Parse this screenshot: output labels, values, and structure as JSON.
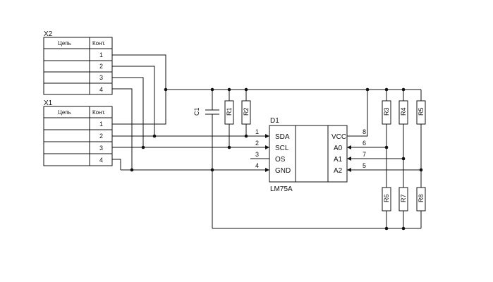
{
  "connectors": [
    {
      "designator": "X2",
      "headers": {
        "net": "Цепь",
        "pin": "Конт."
      },
      "pins": [
        "1",
        "2",
        "3",
        "4"
      ]
    },
    {
      "designator": "X1",
      "headers": {
        "net": "Цепь",
        "pin": "Конт."
      },
      "pins": [
        "1",
        "2",
        "3",
        "4"
      ]
    }
  ],
  "chip": {
    "designator": "D1",
    "part": "LM75A",
    "left_pins": [
      {
        "num": "1",
        "name": "SDA"
      },
      {
        "num": "2",
        "name": "SCL"
      },
      {
        "num": "3",
        "name": "OS"
      },
      {
        "num": "4",
        "name": "GND"
      }
    ],
    "right_pins": [
      {
        "num": "8",
        "name": "VCC"
      },
      {
        "num": "6",
        "name": "A0"
      },
      {
        "num": "7",
        "name": "A1"
      },
      {
        "num": "5",
        "name": "A2"
      }
    ]
  },
  "capacitor": {
    "designator": "C1"
  },
  "resistors": [
    "R1",
    "R2",
    "R3",
    "R4",
    "R5",
    "R6",
    "R7",
    "R8"
  ]
}
